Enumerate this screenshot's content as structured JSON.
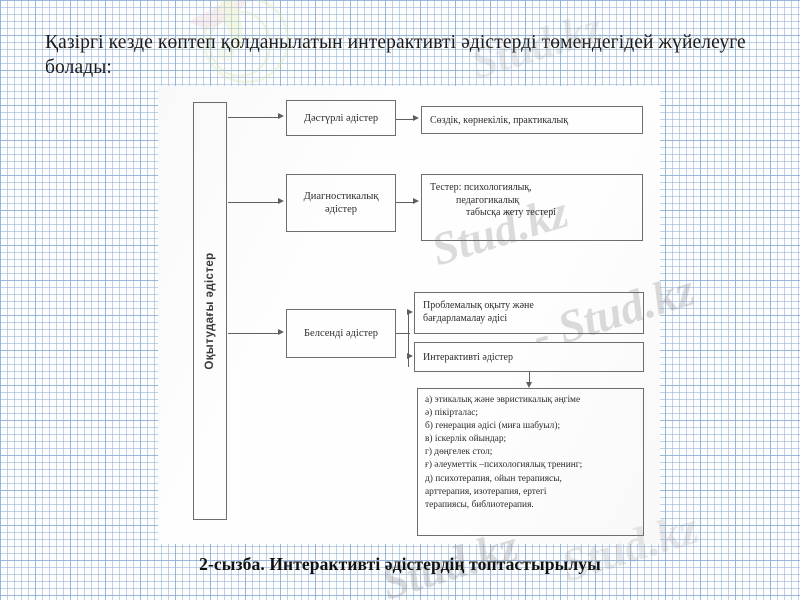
{
  "slide": {
    "headline": "Қазіргі кезде көптеп қолданылатын интерактивті әдістерді төмендегідей жүйелеуге болады:",
    "caption": "2-сызба. Интерактивті әдістердің топтастырылуы",
    "background": "#fdfdfd",
    "grid_color": "#8cafd7",
    "scan_background": "#fefefe",
    "box_border_color": "#6e6e6e",
    "connector_color": "#5f5f5f",
    "text_color": "#2d2d2d"
  },
  "watermarks": {
    "w1": "Stud.kz",
    "w2": "- Stud.kz",
    "w3": "Stud.kz",
    "w4": "Stud.kz",
    "w5": "Stud.kz"
  },
  "diagram": {
    "master": {
      "label": "Оқытудағы әдістер"
    },
    "nodes": {
      "traditional": {
        "label": "Дәстүрлі  әдістер"
      },
      "traditional_detail": {
        "label": "Сөздік,  көрнекілік, практикалық"
      },
      "diagnostic": {
        "line1": "Диагностикалық",
        "line2": "әдістер"
      },
      "tests": {
        "line1": "Тестер: психологиялық,",
        "line2": "педагогикалық",
        "line3": "табысқа  жету  тестері"
      },
      "active": {
        "label": "Белсенді әдістер"
      },
      "problem": {
        "line1": "Проблемалық  оқыту  және",
        "line2": "бағдарламалау   әдісі"
      },
      "interactive": {
        "label": "Интерактивті  әдістер"
      },
      "list": {
        "items": [
          "а) этикалық және  эвристикалық әңгіме",
          "ә) пікірталас;",
          "б) генерация  әдісі  (миға  шабуыл);",
          "в) іскерлік ойындар;",
          "г) дөңгелек  стол;",
          "ғ) әлеуметтік –психологиялық тренинг;",
          "д) психотерапия, ойын  терапиясы,",
          "арттерапия,  изотерапия,  ертегі",
          "терапиясы,  библиотерапия."
        ]
      }
    }
  }
}
